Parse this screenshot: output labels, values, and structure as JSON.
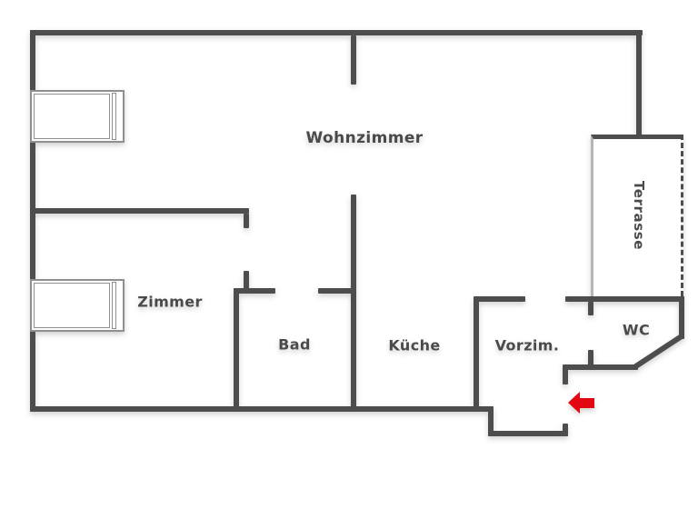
{
  "colors": {
    "wall": "#4d4d4d",
    "text": "#4a4a4a",
    "furniture": "#8f8f8f",
    "terrace-edge": "#b5b5b5",
    "arrow": "#e30613",
    "background": "#ffffff"
  },
  "rooms": [
    {
      "id": "wohnzimmer",
      "label": "Wohnzimmer"
    },
    {
      "id": "zimmer",
      "label": "Zimmer"
    },
    {
      "id": "bad",
      "label": "Bad"
    },
    {
      "id": "kueche",
      "label": "Küche"
    },
    {
      "id": "vorzimmer",
      "label": "Vorzim."
    },
    {
      "id": "wc",
      "label": "WC"
    },
    {
      "id": "terrasse",
      "label": "Terrasse"
    }
  ],
  "furniture": [
    {
      "id": "bed-1",
      "type": "bed"
    },
    {
      "id": "bed-2",
      "type": "bed"
    }
  ],
  "annotations": {
    "entrance_arrow": {
      "shape": "arrow-left",
      "meaning": "entrance",
      "color": "#e30613"
    }
  }
}
